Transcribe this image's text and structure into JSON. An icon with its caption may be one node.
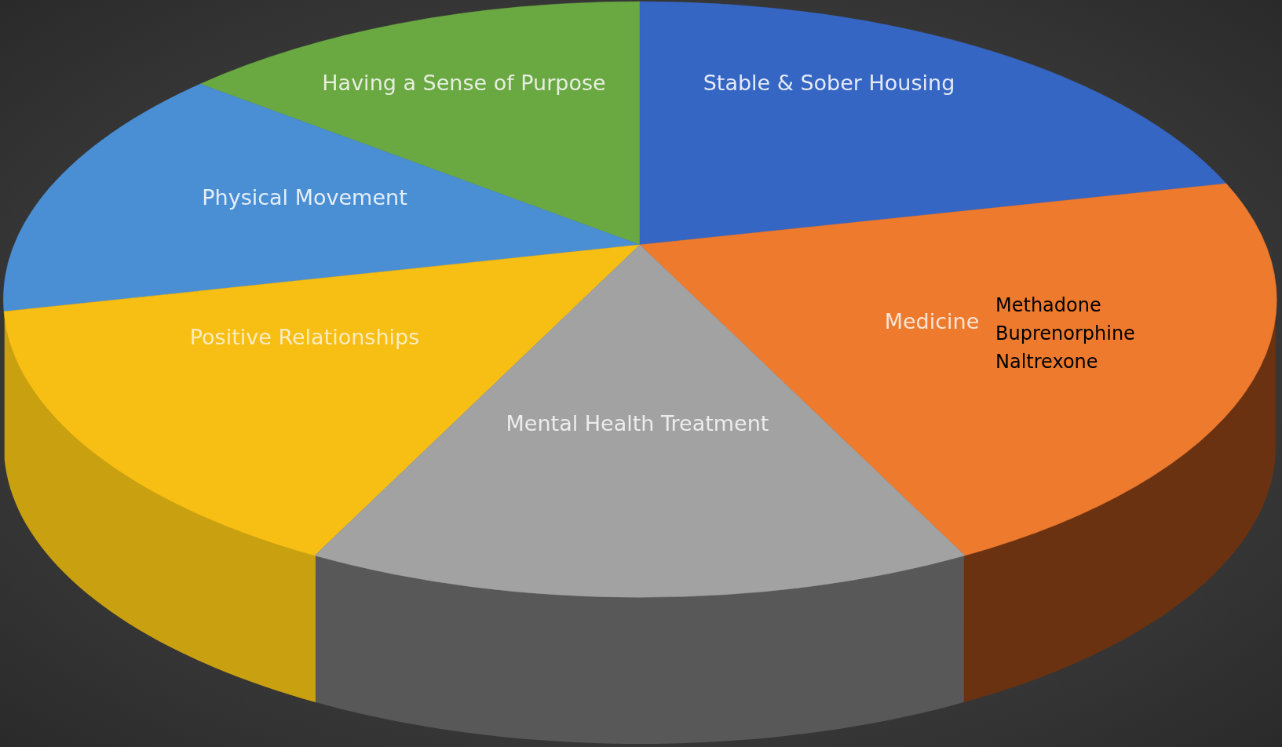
{
  "diagram": {
    "nodes": [
      {
        "text": [
          "Having a Sense of Purpose"
        ]
      },
      {
        "text": [
          "Stable & Sober Housing"
        ]
      },
      {
        "text": [
          "Physical Movement"
        ]
      },
      {
        "text": [
          "Medicine",
          "Methadone Buprenorphine Naltrexone"
        ]
      },
      {
        "text": [
          "Positive Relationships"
        ]
      },
      {
        "text": [
          "Mental Health Treatment"
        ]
      }
    ]
  }
}
